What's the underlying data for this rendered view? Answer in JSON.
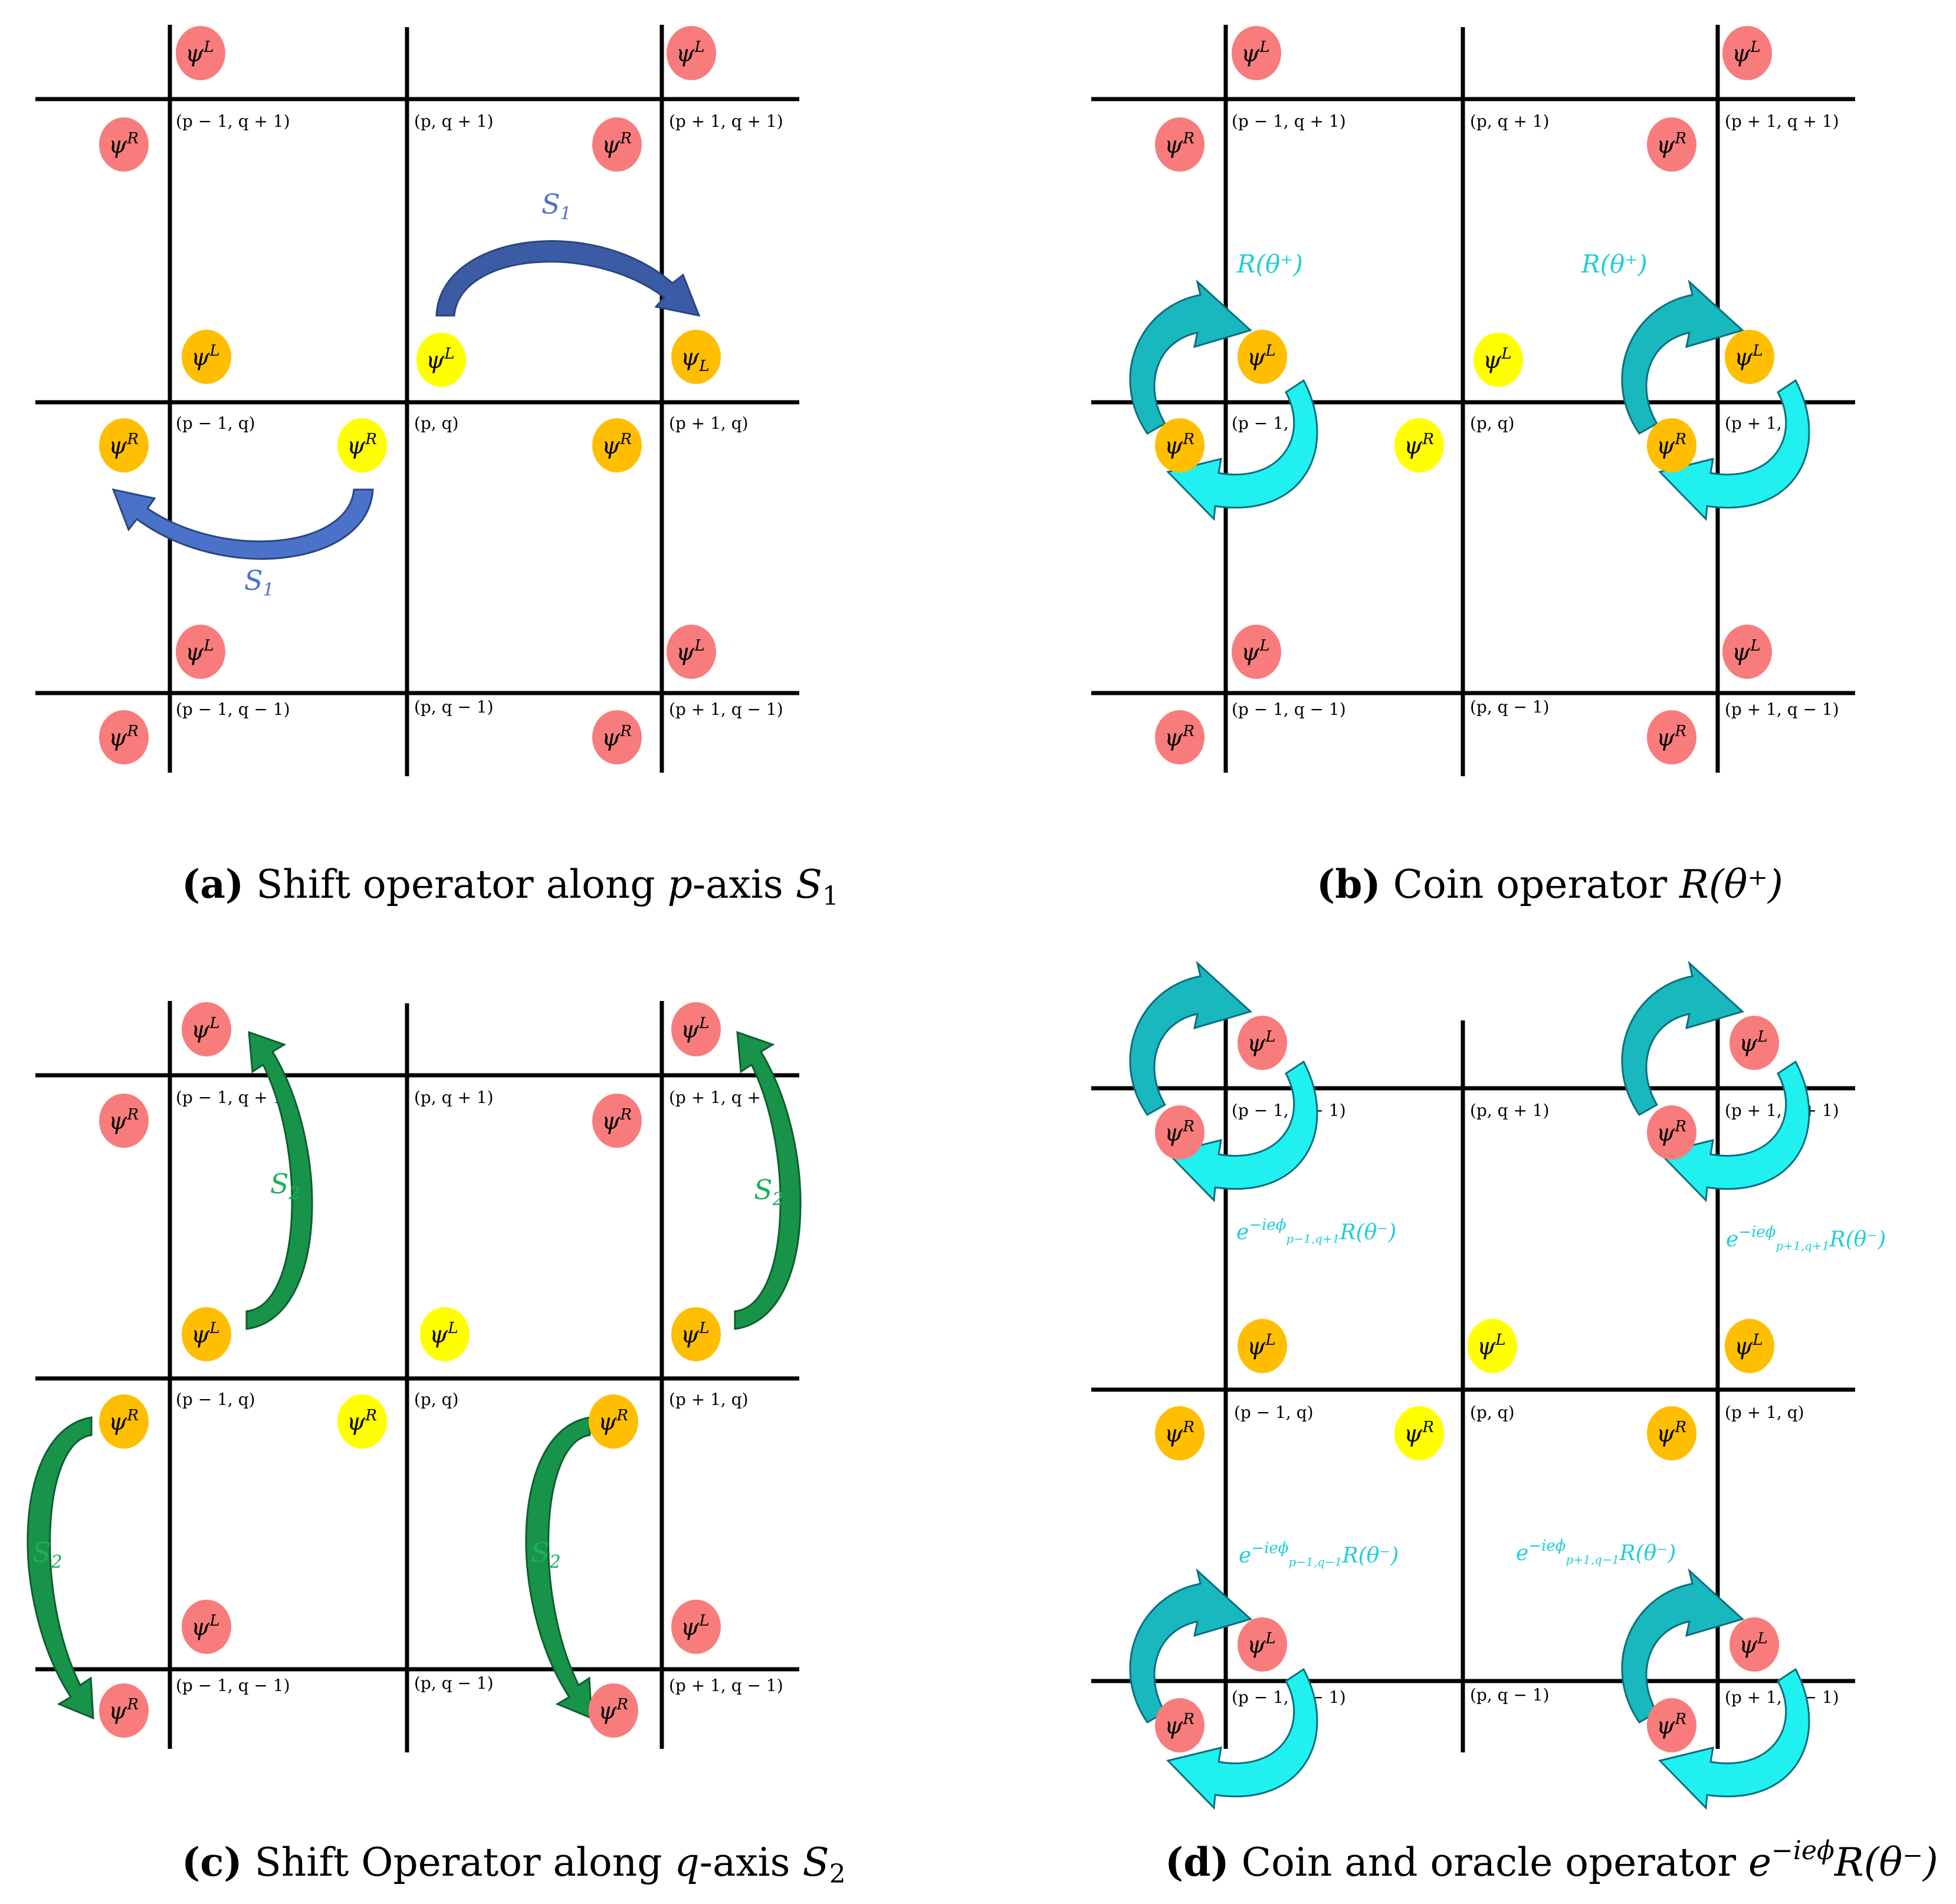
{
  "colors": {
    "red_node": "#F87C7C",
    "orange_node": "#FFBF00",
    "yellow_node": "#FFFF00",
    "blue_arrow": "#3B5BA5",
    "green_arrow": "#18934A",
    "cyan_arrow": "#20F0F0",
    "teal_arrow": "#18B8BE"
  },
  "coords": {
    "pm1_qp1": "(p − 1, q + 1)",
    "p_qp1": "(p, q + 1)",
    "pp1_qp1": "(p + 1, q + 1)",
    "pm1_q": "(p − 1, q)",
    "p_q": "(p, q)",
    "pp1_q": "(p + 1, q)",
    "pm1_qm1": "(p − 1, q − 1)",
    "p_qm1": "(p, q − 1)",
    "pp1_qm1": "(p + 1, q − 1)"
  },
  "nodes": {
    "psi_L": "ψ",
    "sup_L": "L",
    "sup_R": "R",
    "psi_L_sub": "ψ",
    "sub_L": "L"
  },
  "panel_a": {
    "arrow_label_top": "S",
    "arrow_label_top_sub": "1",
    "arrow_label_bottom": "S",
    "arrow_label_bottom_sub": "1",
    "caption_letter": "(a)",
    "caption_text": " Shift operator along ",
    "caption_var": "p",
    "caption_tail": "-axis ",
    "caption_op": "S",
    "caption_op_sub": "1"
  },
  "panel_b": {
    "label_left": "R(θ⁺)",
    "label_right": "R(θ⁺)",
    "caption_letter": "(b)",
    "caption_text": " Coin operator ",
    "caption_op": "R(θ⁺)"
  },
  "panel_c": {
    "arrow_label": "S",
    "arrow_label_sub": "2",
    "caption_letter": "(c)",
    "caption_text": " Shift Operator along ",
    "caption_var": "q",
    "caption_tail": "-axis ",
    "caption_op": "S",
    "caption_op_sub": "2"
  },
  "panel_d": {
    "label_tl": "e⁻ⁱᵉᵠᵖ⁻¹ʼᑫ⁺¹R(θ⁻)",
    "label_tl_main": "e",
    "label_tl_sup": "−ieϕ",
    "label_tl_sub": "p−1,q+1",
    "label_tr_sub": "p+1,q+1",
    "label_bl_sub": "p−1,q−1",
    "label_br_sub": "p+1,q−1",
    "label_tail": "R(θ⁻)",
    "caption_letter": "(d)",
    "caption_text": " Coin and oracle operator ",
    "caption_op_e": "e",
    "caption_op_sup": "−ieϕ",
    "caption_op_tail": "R(θ⁻)"
  }
}
